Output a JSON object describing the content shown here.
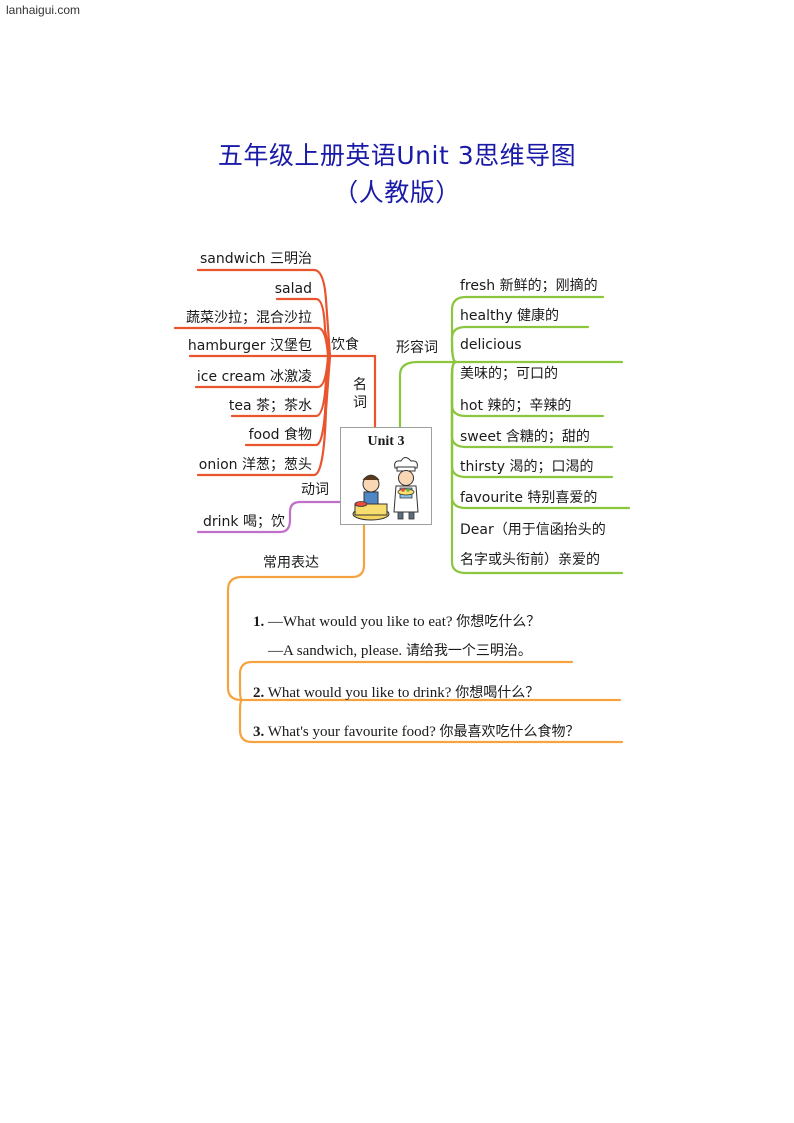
{
  "site": "lanhaigui.com",
  "title": {
    "line1": "五年级上册英语Unit 3思维导图",
    "line2": "（人教版）"
  },
  "center": {
    "label": "Unit 3",
    "image_icon": "chef-and-boy-icon"
  },
  "branches": {
    "noun": "名词",
    "food_drink": "饮食",
    "adjective": "形容词",
    "verb": "动词",
    "expressions": "常用表达"
  },
  "nouns": [
    "sandwich 三明治",
    "salad",
    "蔬菜沙拉；混合沙拉",
    "hamburger 汉堡包",
    "ice cream 冰激凌",
    "tea 茶；茶水",
    "food 食物",
    "onion 洋葱；葱头"
  ],
  "adjectives": [
    "fresh 新鲜的；刚摘的",
    "healthy 健康的",
    "delicious",
    "美味的；可口的",
    "hot 辣的；辛辣的",
    "sweet 含糖的；甜的",
    "thirsty 渴的；口渴的",
    "favourite 特别喜爱的",
    "Dear（用于信函抬头的",
    "名字或头衔前）亲爱的"
  ],
  "verbs": [
    "drink 喝；饮"
  ],
  "expressions": [
    {
      "num": "1.",
      "en": "—What would you like to eat?",
      "cn": "你想吃什么？"
    },
    {
      "num": "",
      "en": "—A sandwich, please.",
      "cn": "请给我一个三明治。"
    },
    {
      "num": "2.",
      "en": "What would you like to drink?",
      "cn": "你想喝什么？"
    },
    {
      "num": "3.",
      "en": "What's your favourite food?",
      "cn": "你最喜欢吃什么食物？"
    }
  ],
  "colors": {
    "title": "#1a1aa8",
    "noun": "#e8552f",
    "adjective": "#8cc63f",
    "verb": "#c070c8",
    "expressions": "#f5a340"
  }
}
